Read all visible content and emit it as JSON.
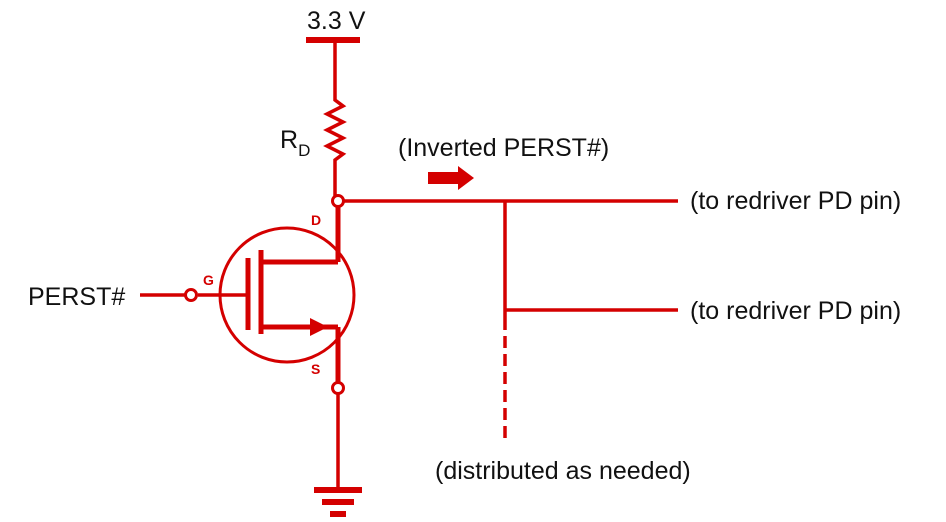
{
  "colors": {
    "wire": "#d40000",
    "text": "#111111"
  },
  "labels": {
    "supply": "3.3 V",
    "resistor_main": "R",
    "resistor_sub": "D",
    "inverted": "(Inverted PERST#)",
    "input": "PERST#",
    "output_1": "(to redriver PD pin)",
    "output_2": "(to redriver PD pin)",
    "distributed": "(distributed as needed)",
    "pin_drain": "D",
    "pin_gate": "G",
    "pin_source": "S"
  }
}
